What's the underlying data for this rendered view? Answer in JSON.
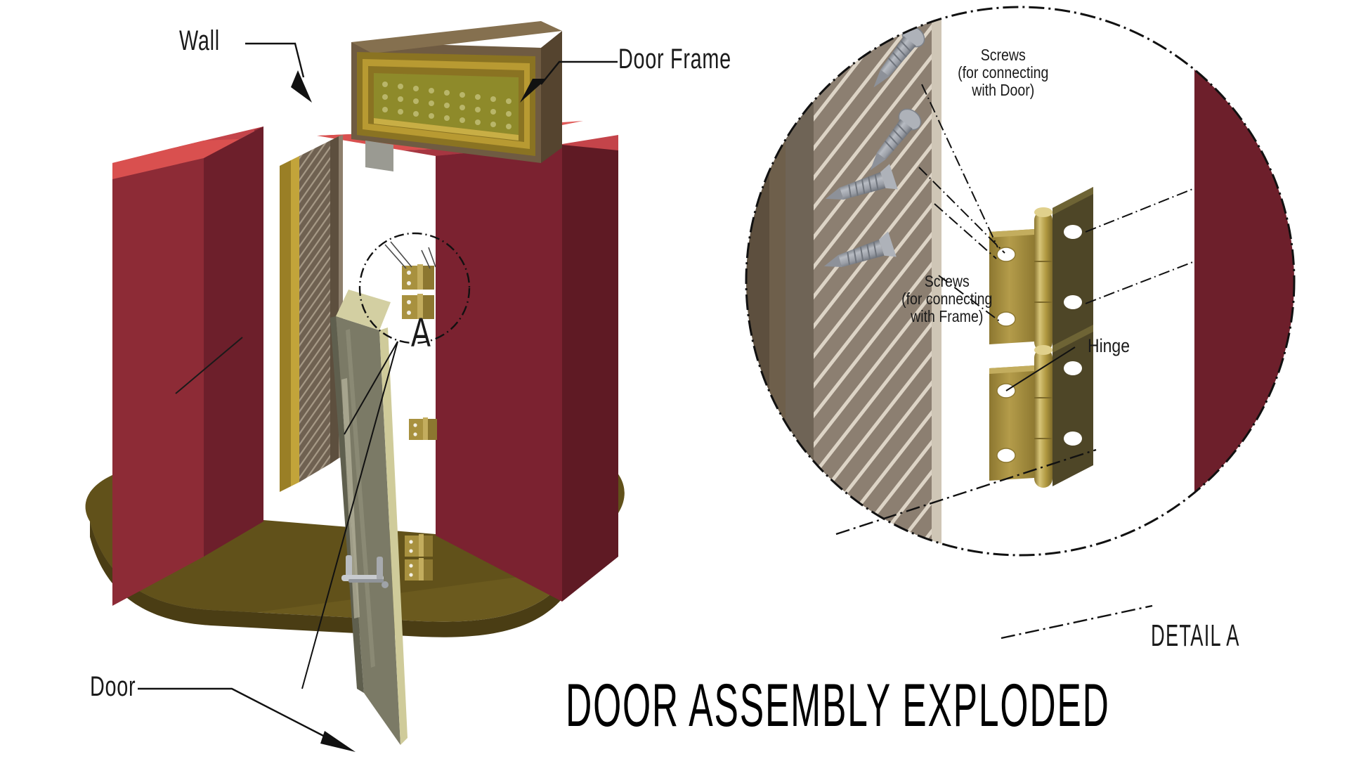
{
  "drawing": {
    "title": "DOOR ASSEMBLY EXPLODED",
    "detail_title": "DETAIL A",
    "detail_marker": "A"
  },
  "labels": {
    "wall": "Wall",
    "door_frame": "Door Frame",
    "door": "Door",
    "screws_door_l1": "Screws",
    "screws_door_l2": "(for connecting",
    "screws_door_l3": "with Door)",
    "screws_frame_l1": "Screws",
    "screws_frame_l2": "(for connecting",
    "screws_frame_l3": "with Frame)",
    "hinge": "Hinge"
  },
  "colors": {
    "wall_face": "#7b2230",
    "wall_face_dark": "#6d1f2b",
    "wall_top": "#c4444a",
    "wall_edge": "#8d2b36",
    "floor": "#6b5a1e",
    "floor_dark": "#5a4a18",
    "frame_wood": "#7a6348",
    "frame_gold": "#8a7322",
    "frame_gold_light": "#a8912f",
    "transom": "#8e8a2a",
    "door_leaf": "#7b7a66",
    "door_leaf_light": "#cfcb9a",
    "door_edge": "#9a9a86",
    "handle": "#b9bcc0",
    "hinge_brass": "#a8913f",
    "hinge_brass_dark": "#8c7730",
    "hinge_brass_light": "#c3ad5e",
    "screw_grey": "#9a9ea6",
    "screw_grey_dark": "#6f747c",
    "jamb_hatch_base": "#8c7f71",
    "jamb_hatch_line": "#ddd4c6",
    "jamb_dark": "#5d4f3e",
    "line": "#111111",
    "background": "#ffffff"
  },
  "views": {
    "main_view": "isometric exploded assembly",
    "detail_view": "magnified circular detail of hinge area"
  },
  "components": [
    {
      "name": "wall",
      "label": "Wall"
    },
    {
      "name": "door-frame",
      "label": "Door Frame"
    },
    {
      "name": "door",
      "label": "Door"
    },
    {
      "name": "hinge",
      "label": "Hinge"
    },
    {
      "name": "screws-door",
      "label": "Screws (for connecting with Door)"
    },
    {
      "name": "screws-frame",
      "label": "Screws (for connecting with Frame)"
    }
  ]
}
